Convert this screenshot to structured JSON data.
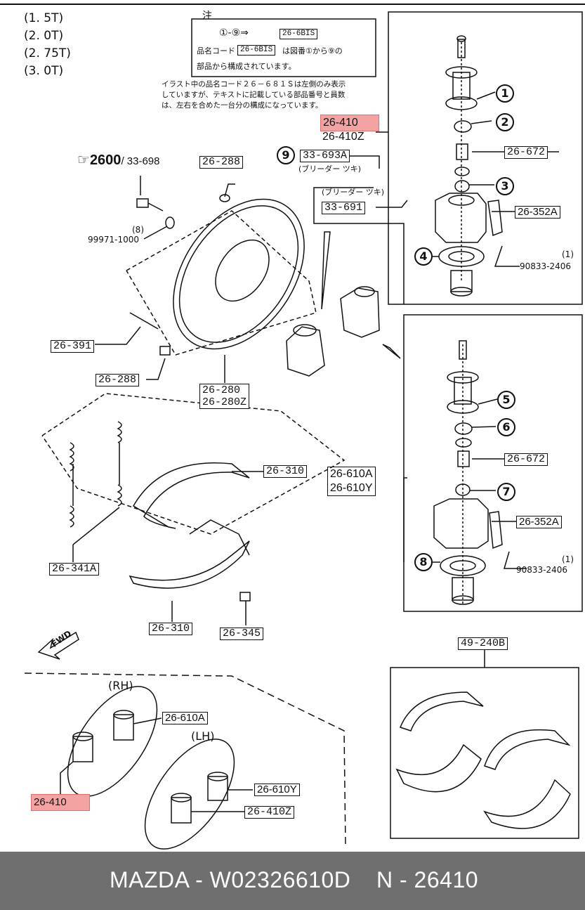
{
  "capacities": [
    "(1. 5T)",
    "(2. 0T)",
    "(2. 75T)",
    "(3. 0T)"
  ],
  "note": {
    "title": "注",
    "line1_range": "①-⑨⇒",
    "line1_code": "26-6BIS",
    "line2_prefix": "品名コード",
    "line2_code": "26-6BIS",
    "line2_suffix": "は図番①から⑨の",
    "line3": "部品から構成されています。",
    "text1": "イラスト中の品名コード２６－６８１Ｓは左側のみ表示",
    "text2": "していますが、テキストに記載している部品番号と員数",
    "text3": "は、左右を合めた一台分の構成になっています。"
  },
  "ref": {
    "bold": "2600",
    "rest": "/ 33-698"
  },
  "labels": {
    "p26_410": "26-410",
    "p26_410Z": "26-410Z",
    "p33_693A": "33-693A",
    "bleeder1": "(ブリーダー ツキ)",
    "bleeder2": "(ブリーダー ツキ)",
    "p33_691": "33-691",
    "p26_672a": "26-672",
    "p26_352Aa": "26-352A",
    "p90833a": "90833-2406",
    "qty1a": "(1)",
    "p26_288a": "26-288",
    "qty8": "(8)",
    "p99971": "99971-1000",
    "p26_391": "26-391",
    "p26_288b": "26-288",
    "p26_280": "26-280",
    "p26_280Z": "26-280Z",
    "p26_310a": "26-310",
    "p26_610A": "26-610A",
    "p26_610Y": "26-610Y",
    "p26_672b": "26-672",
    "p26_352Ab": "26-352A",
    "p90833b": "90833-2406",
    "qty1b": "(1)",
    "p26_341A": "26-341A",
    "p26_310b": "26-310",
    "p26_345": "26-345",
    "fwd": "FWD",
    "p49_240B": "49-240B",
    "rh": "(RH)",
    "lh": "(LH)",
    "p26_610A_b": "26-610A",
    "p26_610Y_b": "26-610Y",
    "p26_410Z_b": "26-410Z",
    "p26_410_b": "26-410"
  },
  "callouts": [
    "1",
    "2",
    "3",
    "4",
    "5",
    "6",
    "7",
    "8",
    "9"
  ],
  "footer": {
    "brand": "MAZDA - W02326610D",
    "code": "N - 26410"
  },
  "colors": {
    "highlight": "#f4a3a3",
    "footer_bg": "#6f6f6f"
  }
}
